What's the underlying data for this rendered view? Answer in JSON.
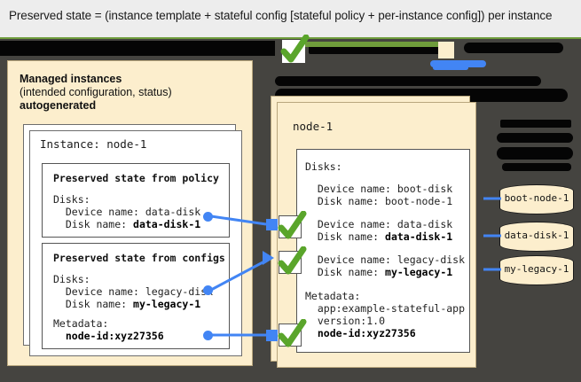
{
  "banner": {
    "text": "Preserved state = (instance template + stateful config [stateful policy + per-instance config]) per instance"
  },
  "colors": {
    "cream": "#fceecd",
    "dark_background": "#454440",
    "banner_background": "#ededed",
    "accent_green": "#6f9c3b",
    "connector_blue": "#4285f4",
    "check_green": "#5aa52b",
    "redaction": "#050505"
  },
  "left_panel": {
    "heading_line1": "Managed instances",
    "heading_line2": "(intended configuration, status)",
    "heading_line3": "autogenerated",
    "instance_label": "Instance: node-1",
    "cards": [
      {
        "title": "Preserved state from policy",
        "body": "Disks:\n  Device name: data-disk\n  Disk name: ",
        "bold_tail": "data-disk-1"
      },
      {
        "title": "Preserved state from configs",
        "body_1": "Disks:\n  Device name: legacy-disk\n  Disk name: ",
        "bold_1": "my-legacy-1",
        "body_2": "Metadata:\n  ",
        "bold_2": "node-id:xyz27356"
      }
    ]
  },
  "right_panel": {
    "node_label": "node-1",
    "disks_heading": "Disks:",
    "entries": [
      {
        "device": "  Device name: boot-disk",
        "disk": "  Disk name: boot-node-1",
        "bold": false
      },
      {
        "device": "  Device name: data-disk",
        "disk_prefix": "  Disk name: ",
        "disk_bold": "data-disk-1",
        "bold": true
      },
      {
        "device": "  Device name: legacy-disk",
        "disk_prefix": "  Disk name: ",
        "disk_bold": "my-legacy-1",
        "bold": true
      }
    ],
    "metadata_heading": "Metadata:",
    "metadata_lines": [
      "  app:example-stateful-app",
      "  version:1.0"
    ],
    "metadata_bold": "  node-id:xyz27356"
  },
  "disks": [
    {
      "label": "boot-node-1"
    },
    {
      "label": "data-disk-1"
    },
    {
      "label": "my-legacy-1"
    }
  ],
  "icons": {
    "check": "check-mark-icon",
    "cylinder": "disk-cylinder-icon"
  },
  "redactions": {
    "count": 9,
    "note": "blacked-out text regions"
  }
}
